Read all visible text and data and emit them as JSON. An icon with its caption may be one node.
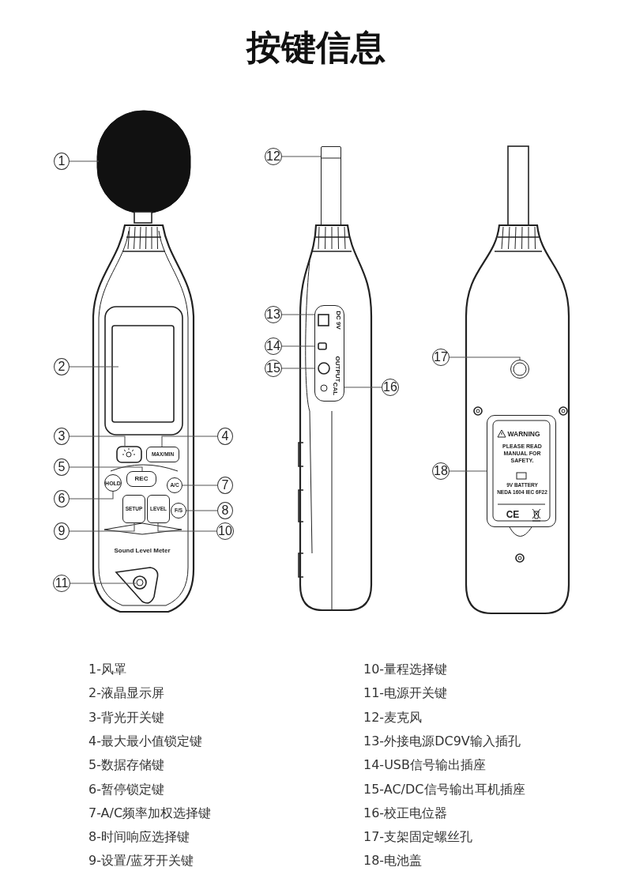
{
  "diagram": {
    "title": "按键信息",
    "nodes": [
      {
        "text": [
          "1"
        ]
      },
      {
        "text": [
          "2"
        ]
      },
      {
        "text": [
          "3"
        ]
      },
      {
        "text": [
          "4"
        ]
      },
      {
        "text": [
          "5"
        ]
      },
      {
        "text": [
          "6"
        ]
      },
      {
        "text": [
          "7"
        ]
      },
      {
        "text": [
          "8"
        ]
      },
      {
        "text": [
          "9"
        ]
      },
      {
        "text": [
          "10"
        ]
      },
      {
        "text": [
          "11"
        ]
      },
      {
        "text": [
          "12"
        ]
      },
      {
        "text": [
          "13"
        ]
      },
      {
        "text": [
          "14"
        ]
      },
      {
        "text": [
          "15"
        ]
      },
      {
        "text": [
          "16"
        ]
      },
      {
        "text": [
          "17"
        ]
      },
      {
        "text": [
          "18"
        ]
      },
      {
        "text": [
          "MAX/MIN"
        ]
      },
      {
        "text": [
          "REC"
        ]
      },
      {
        "text": [
          "HOLD"
        ]
      },
      {
        "text": [
          "A/C"
        ]
      },
      {
        "text": [
          "F/S"
        ]
      },
      {
        "text": [
          "SETUP"
        ]
      },
      {
        "text": [
          "LEVEL"
        ]
      },
      {
        "text": [
          "DC 9V",
          "OUTPUT",
          "CAL"
        ]
      },
      {
        "text": [
          "WARNING",
          "PLEASE READ MANUAL FOR SAFETY.",
          "9V BATTERY",
          "NEDA 1604 IEC 6F22",
          "CE"
        ]
      },
      {
        "text": [],
        "shape": "cylinder"
      },
      {
        "text": [],
        "shape": "circle"
      }
    ],
    "edges": [
      {
        "from": 0,
        "to": null,
        "arrow": "none"
      },
      {
        "from": 1,
        "to": null,
        "arrow": "none"
      },
      {
        "from": 2,
        "to": null,
        "arrow": "none"
      },
      {
        "from": 3,
        "to": 18,
        "arrow": "none"
      },
      {
        "from": 4,
        "to": 19,
        "arrow": "none"
      },
      {
        "from": 5,
        "to": 20,
        "arrow": "none"
      },
      {
        "from": 6,
        "to": 21,
        "arrow": "none"
      },
      {
        "from": 7,
        "to": 22,
        "arrow": "none"
      },
      {
        "from": 8,
        "to": 23,
        "arrow": "none"
      },
      {
        "from": 9,
        "to": 24,
        "arrow": "none"
      },
      {
        "from": 10,
        "to": null,
        "arrow": "none"
      },
      {
        "from": 11,
        "to": 27,
        "arrow": "none"
      },
      {
        "from": 12,
        "to": 25,
        "arrow": "none"
      },
      {
        "from": 13,
        "to": 25,
        "arrow": "none"
      },
      {
        "from": 14,
        "to": 25,
        "arrow": "none"
      },
      {
        "from": 15,
        "to": 25,
        "arrow": "none"
      },
      {
        "from": 16,
        "to": 28,
        "arrow": "none"
      },
      {
        "from": 17,
        "to": 26,
        "arrow": "none"
      }
    ],
    "labels": [
      "Sound Level Meter",
      "1-风罩",
      "2-液晶显示屏",
      "3-背光开关键",
      "4-最大最小值锁定键",
      "5-数据存储键",
      "6-暂停锁定键",
      "7-A/C频率加权选择键",
      "8-时间响应选择键",
      "9-设置/蓝牙开关键",
      "10-量程选择键",
      "11-电源开关键",
      "12-麦克风",
      "13-外接电源DC9V输入插孔",
      "14-USB信号输出插座",
      "15-AC/DC信号输出耳机插座",
      "16-校正电位器",
      "17-支架固定螺丝孔",
      "18-电池盖"
    ]
  }
}
